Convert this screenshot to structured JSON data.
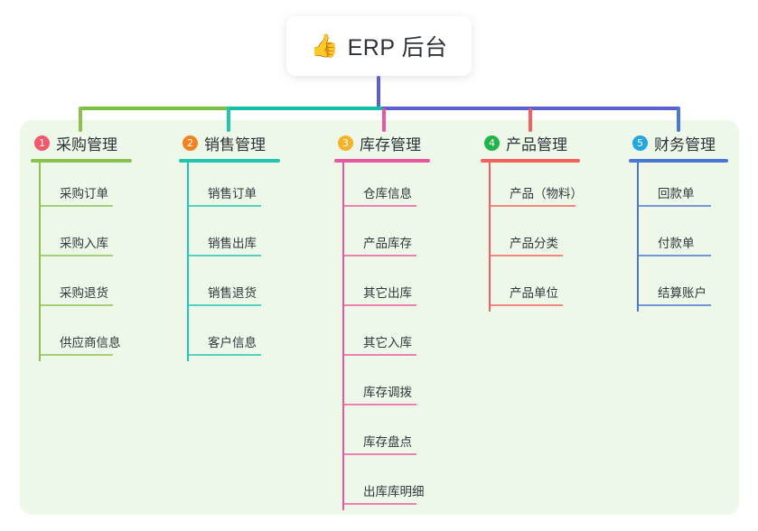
{
  "root": {
    "icon": "thumbs-up-icon",
    "emoji": "👍",
    "title": "ERP 后台"
  },
  "panel": {
    "background": "#eef8e9"
  },
  "connector": {
    "trunk_color": "#5b5fd0",
    "segments": [
      {
        "color": "#7ac143",
        "name": "connector-segment-green"
      },
      {
        "color": "#12bfa4",
        "name": "connector-segment-teal"
      },
      {
        "color": "#5b5fd0",
        "name": "connector-segment-blue"
      }
    ]
  },
  "columns": [
    {
      "number": "1",
      "title": "采购管理",
      "color": "#8cc152",
      "badge_color": "#f2596b",
      "leaves": [
        {
          "label": "采购订单"
        },
        {
          "label": "采购入库"
        },
        {
          "label": "采购退货"
        },
        {
          "label": "供应商信息"
        }
      ]
    },
    {
      "number": "2",
      "title": "销售管理",
      "color": "#23c4b0",
      "badge_color": "#f58220",
      "leaves": [
        {
          "label": "销售订单"
        },
        {
          "label": "销售出库"
        },
        {
          "label": "销售退货"
        },
        {
          "label": "客户信息"
        }
      ]
    },
    {
      "number": "3",
      "title": "库存管理",
      "color": "#e9589e",
      "badge_color": "#f5b32b",
      "leaves": [
        {
          "label": "仓库信息"
        },
        {
          "label": "产品库存"
        },
        {
          "label": "其它出库"
        },
        {
          "label": "其它入库"
        },
        {
          "label": "库存调拨"
        },
        {
          "label": "库存盘点"
        },
        {
          "label": "出库库明细"
        }
      ]
    },
    {
      "number": "4",
      "title": "产品管理",
      "color": "#f4605c",
      "badge_color": "#22b24c",
      "leaves": [
        {
          "label": "产品（物料）"
        },
        {
          "label": "产品分类"
        },
        {
          "label": "产品单位"
        }
      ]
    },
    {
      "number": "5",
      "title": "财务管理",
      "color": "#4a76d4",
      "badge_color": "#22a7e0",
      "leaves": [
        {
          "label": "回款单"
        },
        {
          "label": "付款单"
        },
        {
          "label": "结算账户"
        }
      ]
    }
  ]
}
